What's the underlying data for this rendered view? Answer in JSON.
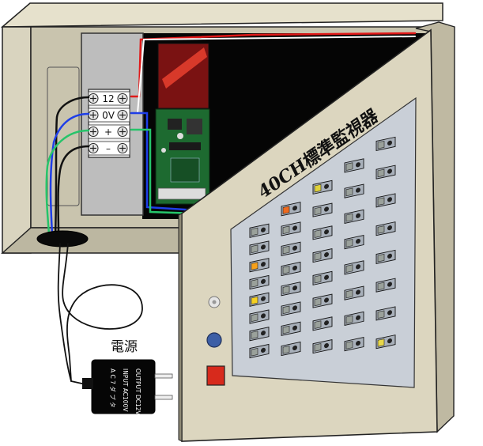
{
  "panel": {
    "title": "40CH標準監視器",
    "channel_count": 40,
    "column_count": 5,
    "rows_per_column": 8,
    "lit_channels": [
      {
        "column": 0,
        "row": 2,
        "color": "#f7a11a"
      },
      {
        "column": 0,
        "row": 4,
        "color": "#f5d020"
      },
      {
        "column": 1,
        "row": 0,
        "color": "#ee6a1e"
      },
      {
        "column": 2,
        "row": 0,
        "color": "#e0d23a"
      },
      {
        "column": 4,
        "row": 7,
        "color": "#e7d74a"
      }
    ]
  },
  "terminal_block": {
    "labels": [
      "12",
      "0V",
      "+",
      "–"
    ]
  },
  "power_supply": {
    "label": "電源",
    "adapter_lines": [
      "A C 7 ダ プ タ",
      "INPUT AC100V",
      "OUTPUT DC12V"
    ]
  },
  "colors": {
    "cabinet": "#d9d4bf",
    "cabinet_dark": "#b7b29c",
    "mount_plate": "#bdbdbd",
    "panel_face": "#dcd6bf",
    "window": "#c9cfd7",
    "wire_red": "#e01818",
    "wire_blue": "#1e3ee8",
    "wire_green": "#26c46a",
    "led_off": "#9aa19b"
  }
}
